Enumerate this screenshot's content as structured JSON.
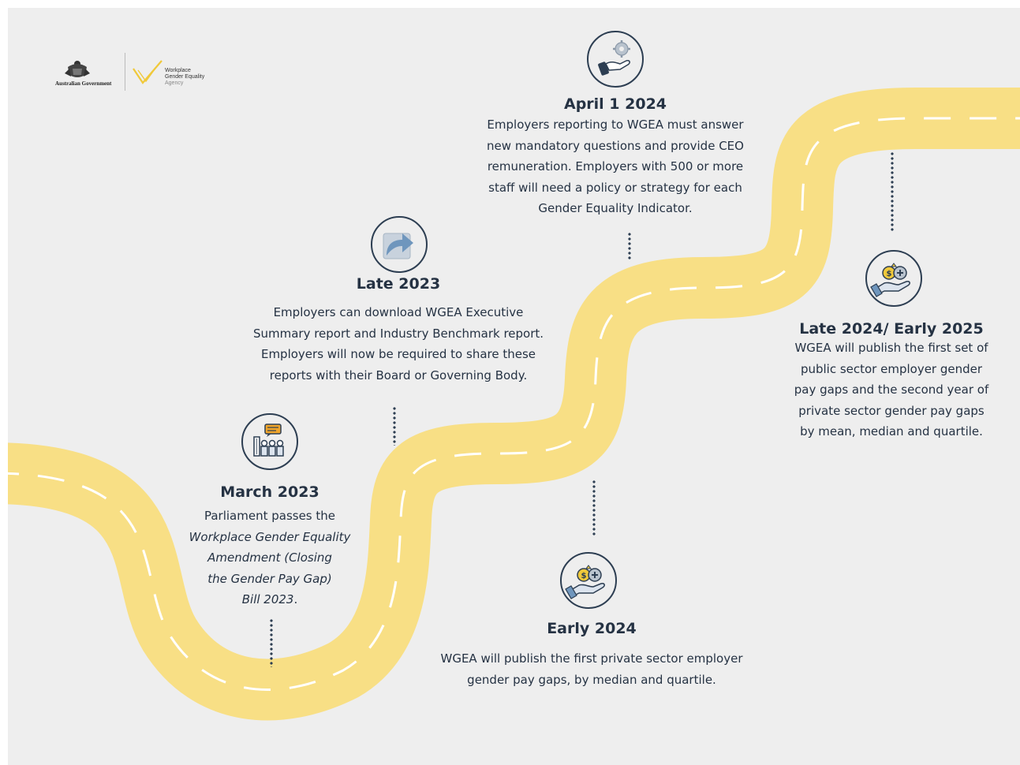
{
  "logo": {
    "government": "Australian Government",
    "agency_line1": "Workplace",
    "agency_line2": "Gender Equality",
    "agency_line3": "Agency"
  },
  "colors": {
    "road": "#f8df85",
    "road_dash": "#ffffff",
    "text": "#253243",
    "icon_stroke": "#2d3e52",
    "background": "#eeeeee"
  },
  "milestones": [
    {
      "id": "march-2023",
      "icon": "meeting-people-icon",
      "title": "March 2023",
      "lines": [
        "Parliament passes the",
        "Workplace Gender Equality",
        "Amendment (Closing",
        "the Gender Pay Gap)",
        "Bill 2023",
        "."
      ]
    },
    {
      "id": "late-2023",
      "icon": "share-arrow-icon",
      "title": "Late 2023",
      "lines": [
        "Employers can download WGEA Executive",
        "Summary report and Industry Benchmark report.",
        "Employers will now be required to share these",
        "reports with their Board or Governing Body."
      ]
    },
    {
      "id": "early-2024",
      "icon": "money-hand-icon",
      "title": "Early 2024",
      "lines": [
        "WGEA will publish the first private sector employer",
        "gender pay gaps, by median and quartile."
      ]
    },
    {
      "id": "april-2024",
      "icon": "hand-gear-icon",
      "title": "April 1 2024",
      "lines": [
        "Employers reporting to WGEA must answer",
        "new mandatory questions and provide CEO",
        "remuneration. Employers with 500 or more",
        "staff will need a policy or strategy for each",
        "Gender Equality Indicator."
      ]
    },
    {
      "id": "late-2024",
      "icon": "money-hand-icon",
      "title": "Late 2024/ Early 2025",
      "lines": [
        "WGEA will publish the first set of",
        "public sector employer gender",
        "pay gaps and the second year of",
        "private sector gender pay gaps",
        "by mean, median and quartile."
      ]
    }
  ]
}
